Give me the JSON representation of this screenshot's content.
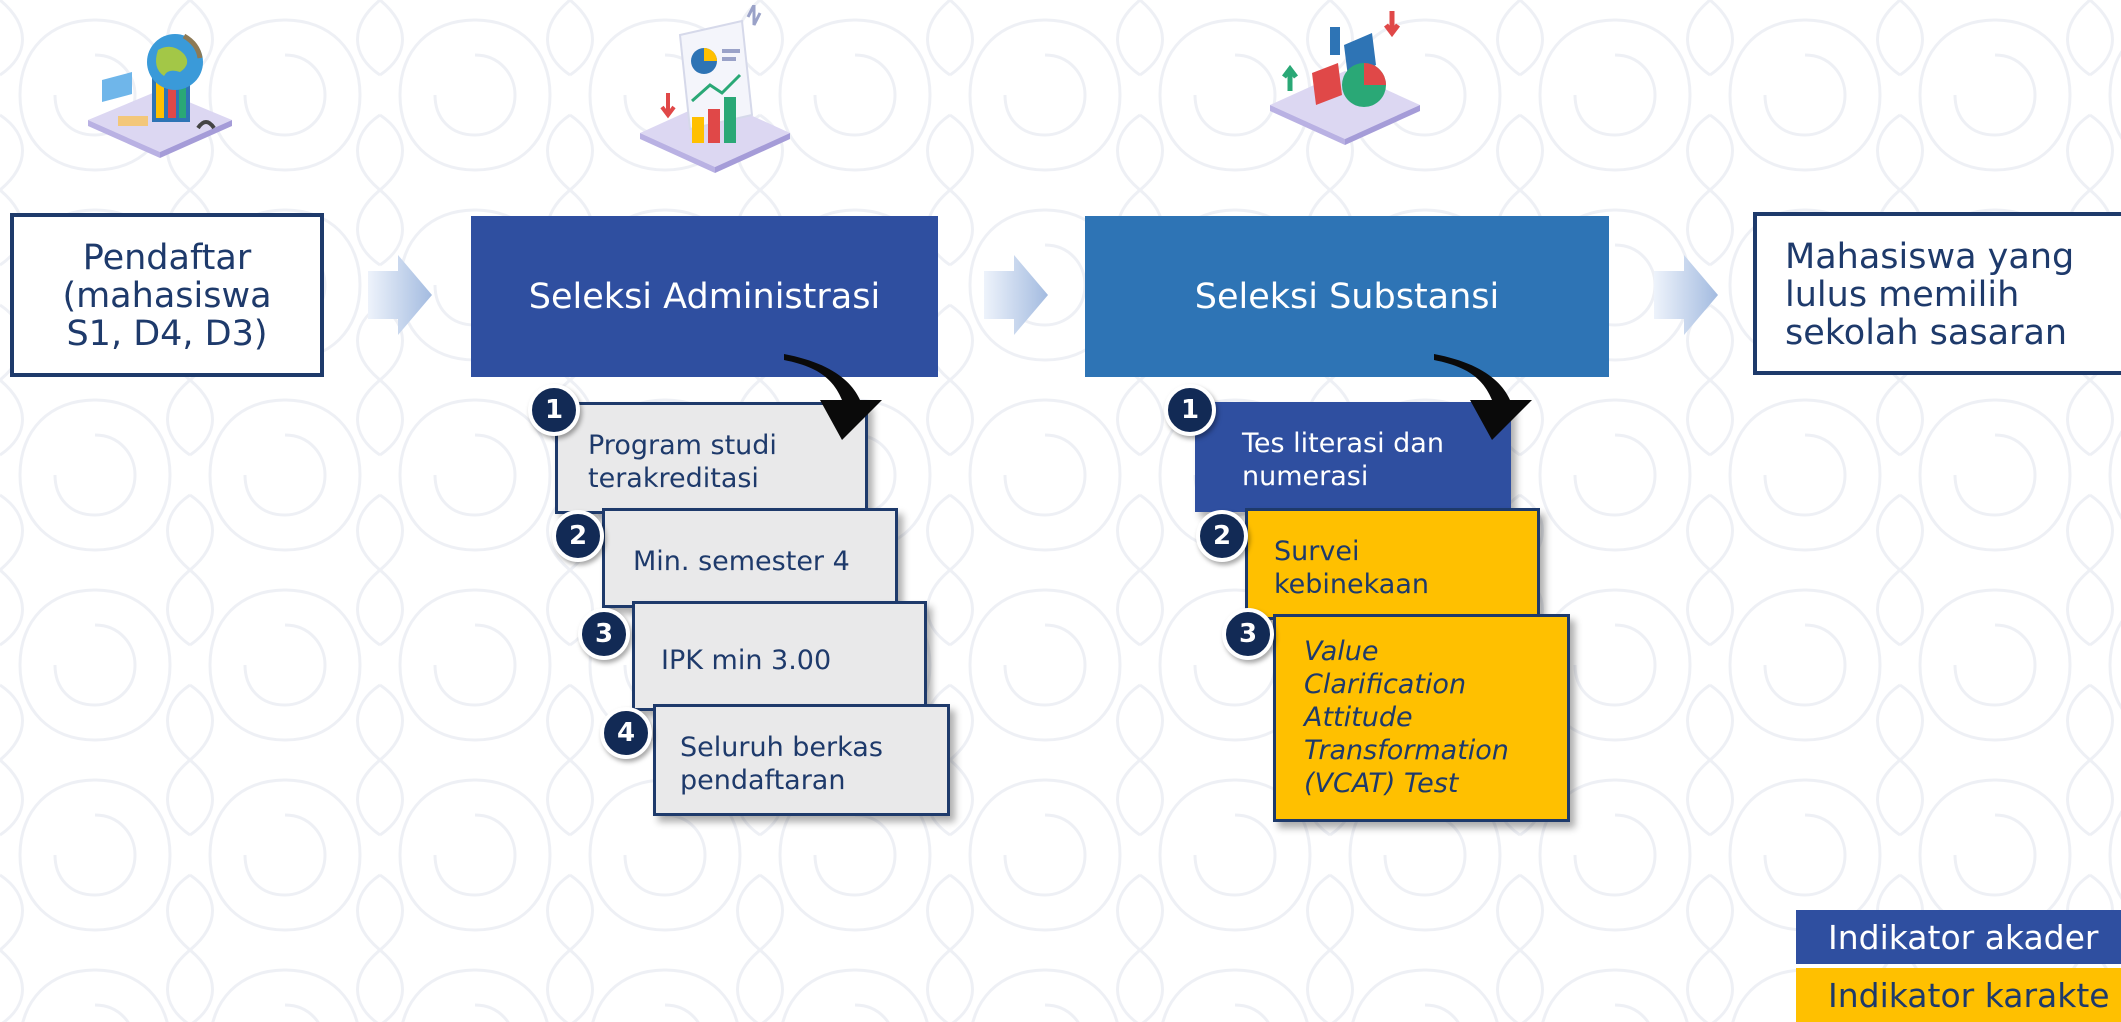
{
  "stages": {
    "registrant": {
      "lines": [
        "Pendaftar",
        "(mahasiswa",
        "S1, D4, D3)"
      ]
    },
    "administrative": {
      "title": "Seleksi Administrasi"
    },
    "substantive": {
      "title": "Seleksi Substansi"
    },
    "outcome": {
      "lines": [
        "Mahasiswa yang",
        "lulus memilih",
        "sekolah sasaran"
      ]
    }
  },
  "admin_steps": [
    {
      "num": "1",
      "lines": [
        "Program studi",
        "terakreditasi"
      ]
    },
    {
      "num": "2",
      "lines": [
        "Min. semester 4"
      ]
    },
    {
      "num": "3",
      "lines": [
        "IPK min 3.00"
      ]
    },
    {
      "num": "4",
      "lines": [
        "Seluruh berkas",
        "pendaftaran"
      ]
    }
  ],
  "substance_steps": [
    {
      "num": "1",
      "lines": [
        "Tes literasi dan",
        "numerasi"
      ]
    },
    {
      "num": "2",
      "lines": [
        "Survei",
        "kebinekaan"
      ]
    },
    {
      "num": "3",
      "lines": [
        "Value",
        "Clarification",
        "Attitude",
        "Transformation",
        "(VCAT) Test"
      ]
    }
  ],
  "legend": {
    "academic": "Indikator akader",
    "character": "Indikator karakte"
  },
  "colors": {
    "navy": "#1e3a6b",
    "admin_blue": "#2f4fa0",
    "substance_blue": "#2e74b5",
    "yellow": "#ffc000",
    "grey": "#e9e9ea",
    "arrow": "#a9bfe0"
  },
  "icons": [
    "globe-books-icon",
    "report-charts-icon",
    "puzzle-chart-icon",
    "curved-arrow-icon",
    "chevron-right-arrow-icon"
  ]
}
